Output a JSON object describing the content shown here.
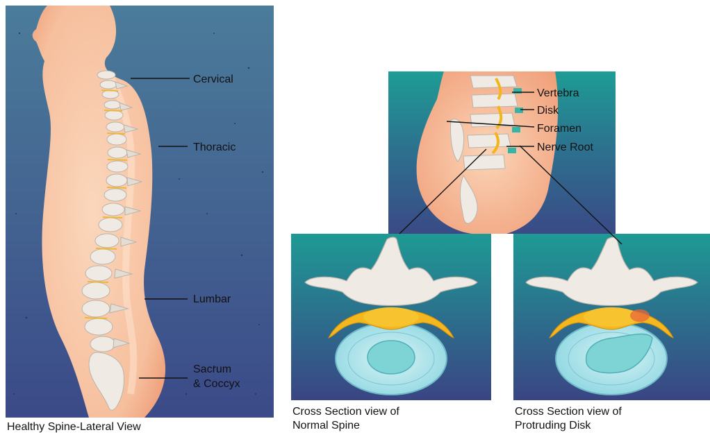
{
  "lateral_view": {
    "labels": {
      "cervical": "Cervical",
      "thoracic": "Thoracic",
      "lumbar": "Lumbar",
      "sacrum_line1": "Sacrum",
      "sacrum_line2": "& Coccyx"
    },
    "caption": "Healthy Spine-Lateral View"
  },
  "detail_view": {
    "labels": {
      "vertebra": "Vertebra",
      "disk": "Disk",
      "foramen": "Foramen",
      "nerve_root": "Nerve Root"
    }
  },
  "cross_sections": {
    "normal": {
      "caption_line1": "Cross Section view of",
      "caption_line2": "Normal Spine"
    },
    "protruding": {
      "caption_line1": "Cross Section view of",
      "caption_line2": "Protruding Disk"
    }
  },
  "colors": {
    "background_top": "#4a7a98",
    "background_bottom": "#3a4a86",
    "teal": "#1e9d96",
    "skin": "#f7c6a6",
    "bone": "#eeeae2",
    "nerve": "#f3b51c",
    "disk": "#7fd0e0"
  }
}
